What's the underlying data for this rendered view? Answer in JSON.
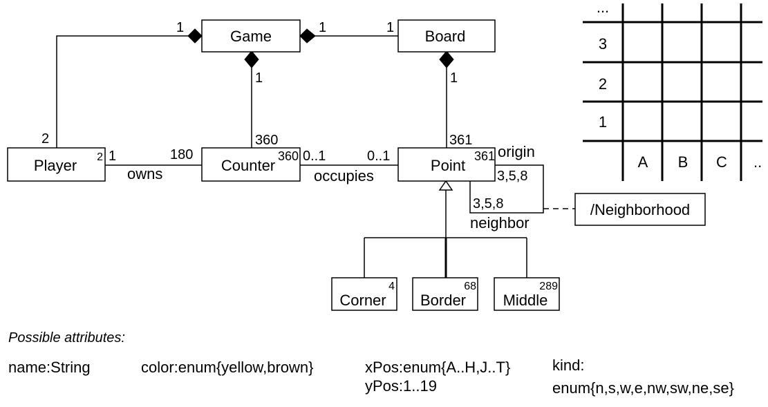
{
  "classes": {
    "game": "Game",
    "board": "Board",
    "player": "Player",
    "counter": "Counter",
    "point": "Point",
    "neighborhood": "/Neighborhood",
    "corner": "Corner",
    "border": "Border",
    "middle": "Middle"
  },
  "class_counts": {
    "player": "2",
    "counter": "360",
    "point": "361",
    "corner": "4",
    "border": "68",
    "middle": "289"
  },
  "multiplicities": {
    "game_player_game": "1",
    "game_player_player": "2",
    "game_board_game": "1",
    "game_board_board": "1",
    "game_counter_game": "1",
    "game_counter_counter": "360",
    "board_point_board": "1",
    "board_point_point": "361",
    "owns_player": "1",
    "owns_counter": "180",
    "occupies_counter": "0..1",
    "occupies_point": "0..1",
    "origin_mult": "3,5,8",
    "neighbor_mult": "3,5,8"
  },
  "association_labels": {
    "owns": "owns",
    "occupies": "occupies",
    "origin": "origin",
    "neighbor": "neighbor"
  },
  "grid": {
    "row_labels": [
      "...",
      "3",
      "2",
      "1"
    ],
    "col_labels": [
      "A",
      "B",
      "C",
      ".."
    ]
  },
  "attributes": {
    "heading": "Possible attributes:",
    "player": "name:String",
    "counter": "color:enum{yellow,brown}",
    "point_x": "xPos:enum{A..H,J..T}",
    "point_y": "yPos:1..19",
    "kind_label": "kind:",
    "kind_values": "enum{n,s,w,e,nw,sw,ne,se}"
  }
}
